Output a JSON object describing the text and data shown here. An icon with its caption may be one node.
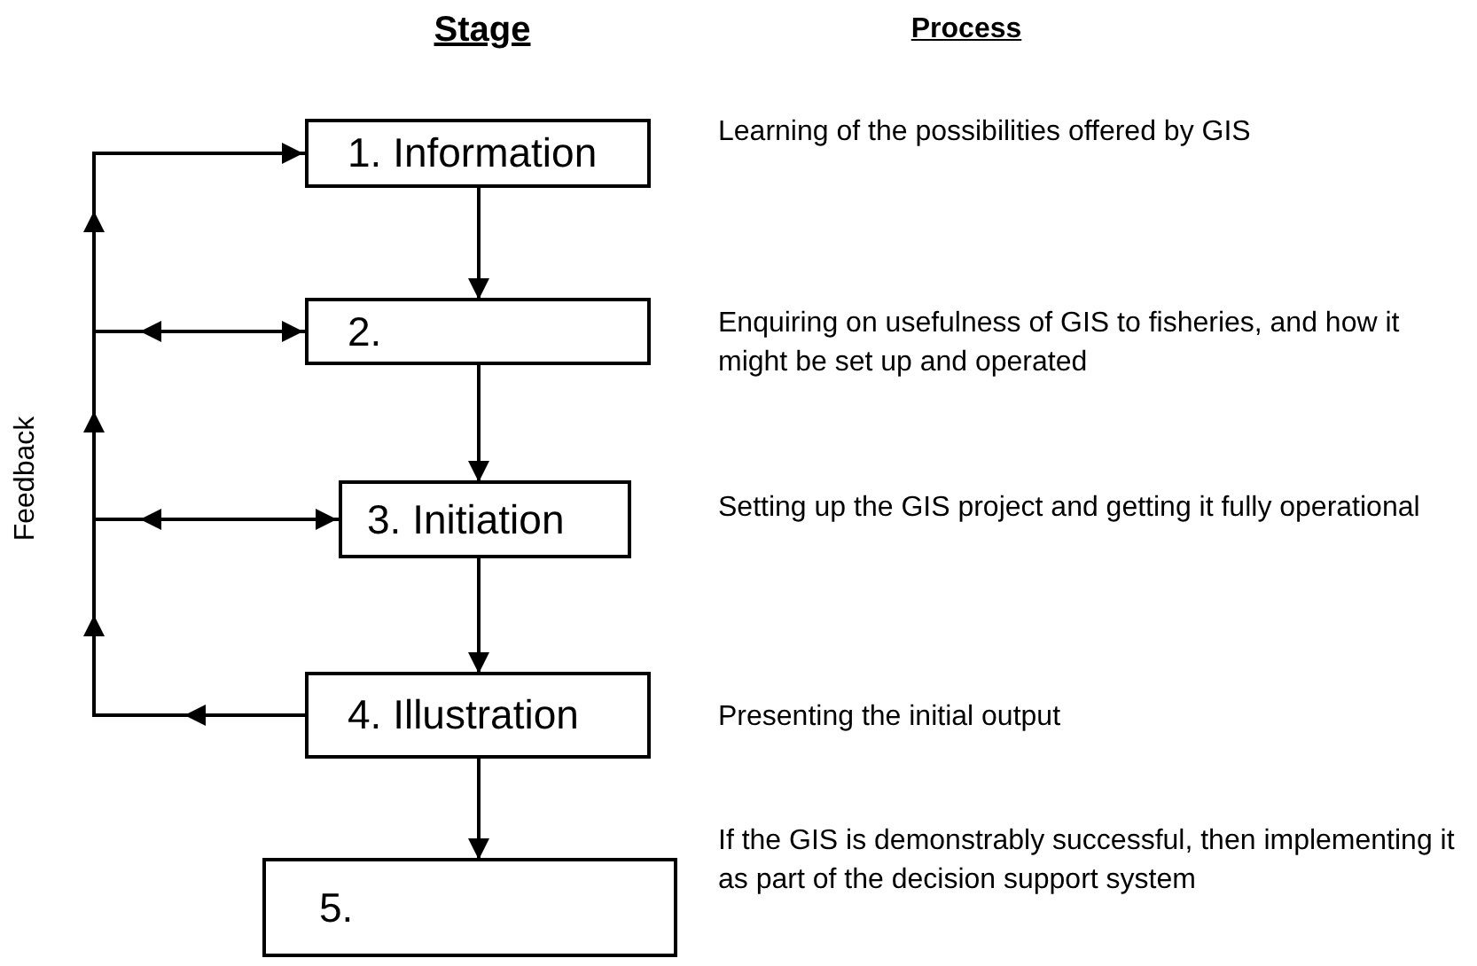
{
  "diagram": {
    "nodes": [
      {
        "text": [
          "1. Information"
        ],
        "beside": [
          "Learning of the possibilities offered by GIS"
        ]
      },
      {
        "text": [
          "2."
        ],
        "beside": [
          "Enquiring on usefulness of GIS to fisheries, and how it might be set up and operated"
        ]
      },
      {
        "text": [
          "3. Initiation"
        ],
        "beside": [
          "Setting up the GIS project and getting it fully operational"
        ]
      },
      {
        "text": [
          "4. Illustration"
        ],
        "beside": [
          "Presenting the initial output"
        ]
      },
      {
        "text": [
          "5."
        ],
        "beside": [
          "If the GIS is demonstrably successful, then implementing it as part of the decision support system"
        ]
      }
    ],
    "edges": [
      {
        "from": 0,
        "to": 1,
        "arrow": "to"
      },
      {
        "from": 1,
        "to": 2,
        "arrow": "to"
      },
      {
        "from": 2,
        "to": 3,
        "arrow": "to"
      },
      {
        "from": 3,
        "to": 4,
        "arrow": "to"
      },
      {
        "from": 3,
        "to": 0,
        "arrow": "to"
      },
      {
        "from": 3,
        "to": 1,
        "arrow": "to"
      },
      {
        "from": 3,
        "to": 2,
        "arrow": "to"
      }
    ],
    "labels": [
      "Stage",
      "Process",
      "Feedback"
    ]
  }
}
